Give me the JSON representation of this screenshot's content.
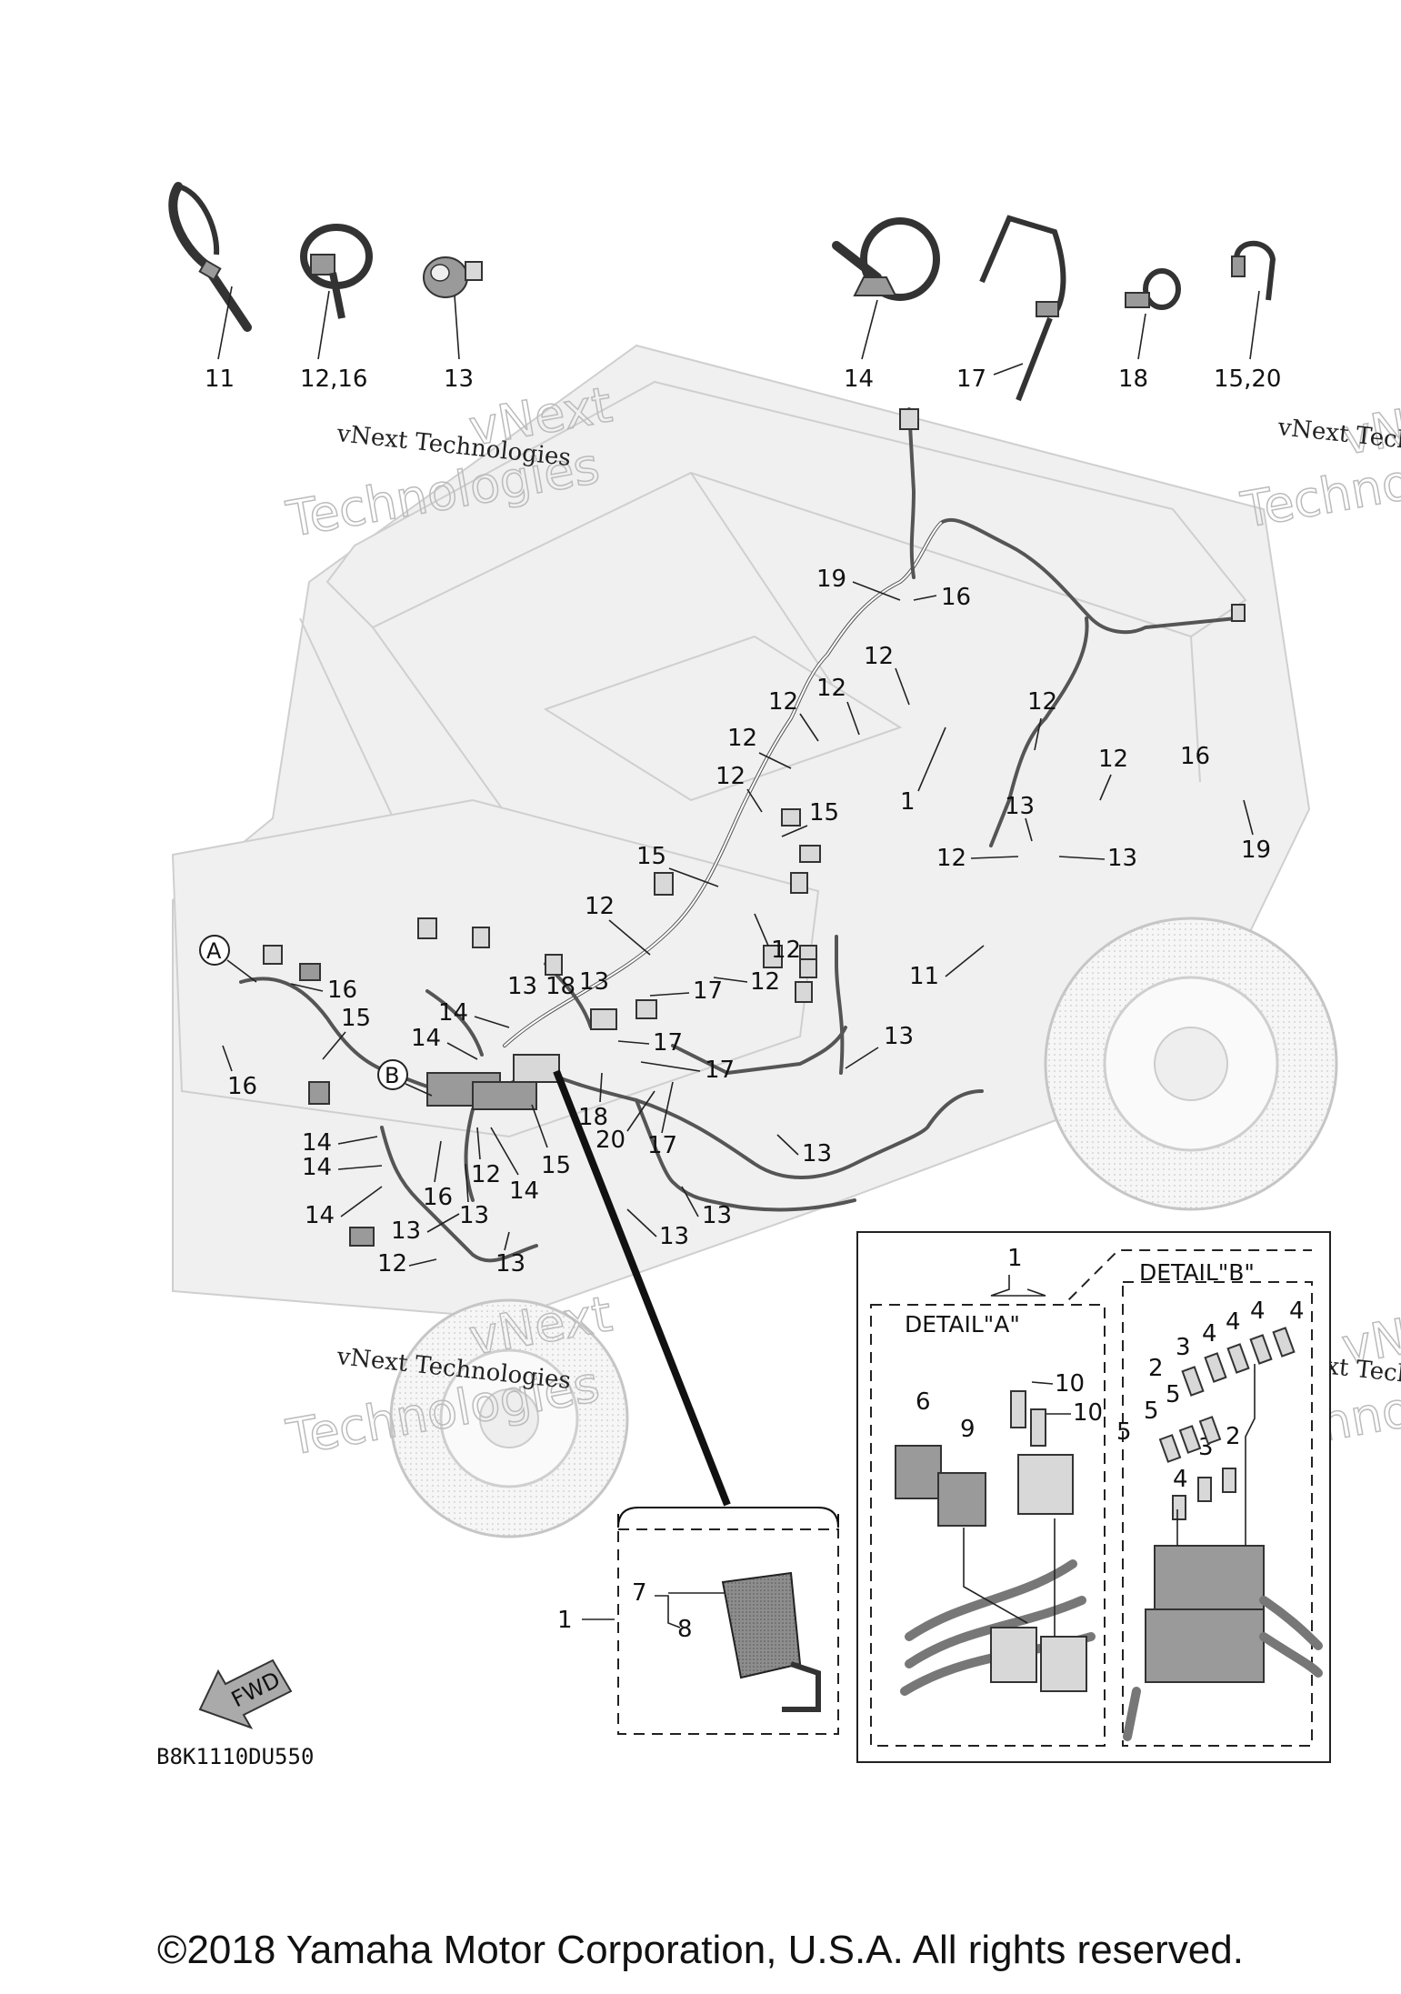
{
  "top_parts": [
    "11",
    "12,16",
    "13",
    "14",
    "17",
    "18",
    "15,20"
  ],
  "watermark": {
    "line1": "vNext Technologies",
    "line2": "vNext",
    "line3": "Technologies"
  },
  "circle_a": "A",
  "circle_b": "B",
  "callouts": {
    "c19a": "19",
    "c16a": "16",
    "c12a": "12",
    "c12b": "12",
    "c12c": "12",
    "c12d": "12",
    "c12e": "12",
    "c1a": "1",
    "c12f": "12",
    "c12g": "12",
    "c16b": "16",
    "c13a": "13",
    "c12h": "12",
    "c13b": "13",
    "c19b": "19",
    "c15a": "15",
    "c15b": "15",
    "c12i": "12",
    "c12j": "12",
    "c12k": "12",
    "c11a": "11",
    "c16c": "16",
    "c15c": "15",
    "c13c": "13",
    "c18a": "18",
    "c13d": "13",
    "c17a": "17",
    "c14a": "14",
    "c14b": "14",
    "c17b": "17",
    "c17c": "17",
    "c13e": "13",
    "c16d": "16",
    "c18b": "18",
    "c20a": "20",
    "c17d": "17",
    "c13f": "13",
    "c14c": "14",
    "c14d": "14",
    "c12l": "12",
    "c14e": "14",
    "c15d": "15",
    "c16e": "16",
    "c13g": "13",
    "c14f": "14",
    "c13h": "13",
    "c13i": "13",
    "c13j": "13",
    "c12m": "12",
    "c13k": "13"
  },
  "detail": {
    "label_a": "DETAIL\"A\"",
    "label_b": "DETAIL\"B\"",
    "ref": "1",
    "items_a": {
      "i6": "6",
      "i9": "9",
      "i10a": "10",
      "i10b": "10"
    },
    "items_b": {
      "i2a": "2",
      "i3a": "3",
      "i4a": "4",
      "i4b": "4",
      "i4c": "4",
      "i4d": "4",
      "i5a": "5",
      "i5b": "5",
      "i5c": "5",
      "i4e": "4",
      "i3b": "3",
      "i2b": "2"
    }
  },
  "inset": {
    "ref": "1",
    "i7": "7",
    "i8": "8"
  },
  "fwd": "FWD",
  "diagram_code": "B8K1110DU550",
  "copyright": "©2018 Yamaha Motor Corporation, U.S.A. All rights reserved."
}
